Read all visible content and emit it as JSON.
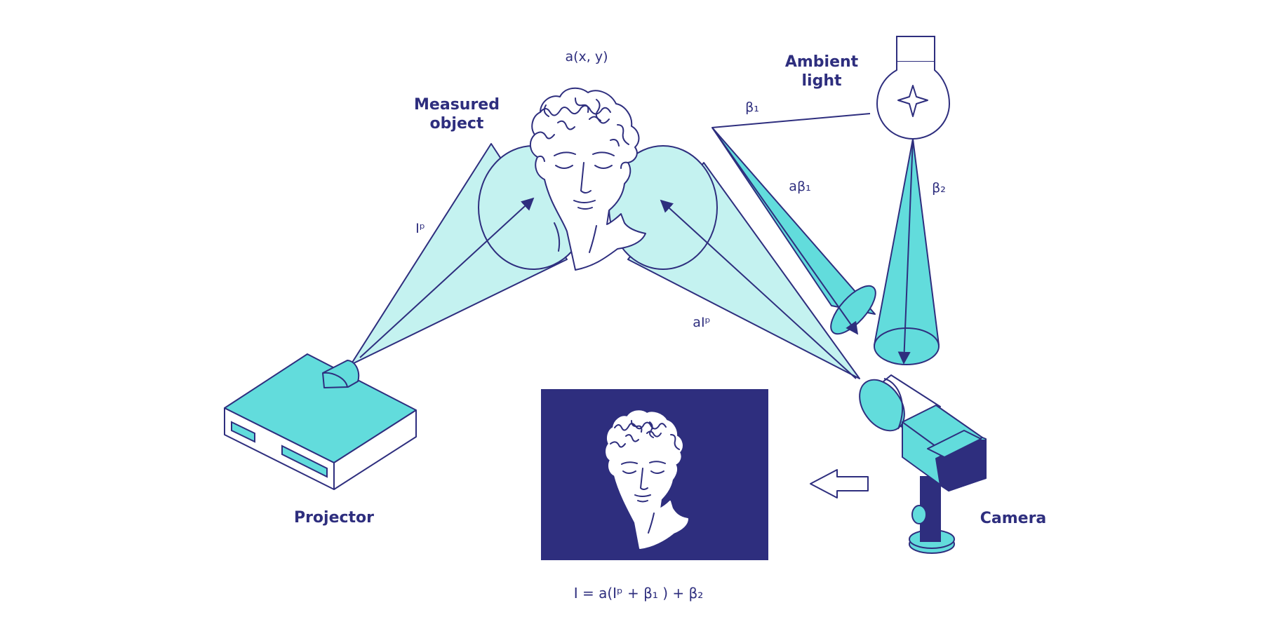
{
  "colors": {
    "navy": "#2e2e7e",
    "teal": "#62dcdc",
    "light_teal": "#c4f2f0",
    "background": "#ffffff"
  },
  "labels": {
    "measured_object_line1": "Measured",
    "measured_object_line2": "object",
    "ambient_line1": "Ambient",
    "ambient_line2": "light",
    "projector": "Projector",
    "camera": "Camera",
    "albedo": "a(x, y)",
    "beta1": "β₁",
    "beta2": "β₂",
    "a_beta1": "aβ₁",
    "ip": "Iᵖ",
    "a_ip": "aIᵖ",
    "formula": "I = a(Iᵖ + β₁ ) + β₂"
  },
  "icons": {
    "lamp": "light-bulb-icon",
    "projector": "projector-icon",
    "camera": "camera-icon",
    "head": "statue-head-icon",
    "arrow": "left-arrow-icon"
  }
}
